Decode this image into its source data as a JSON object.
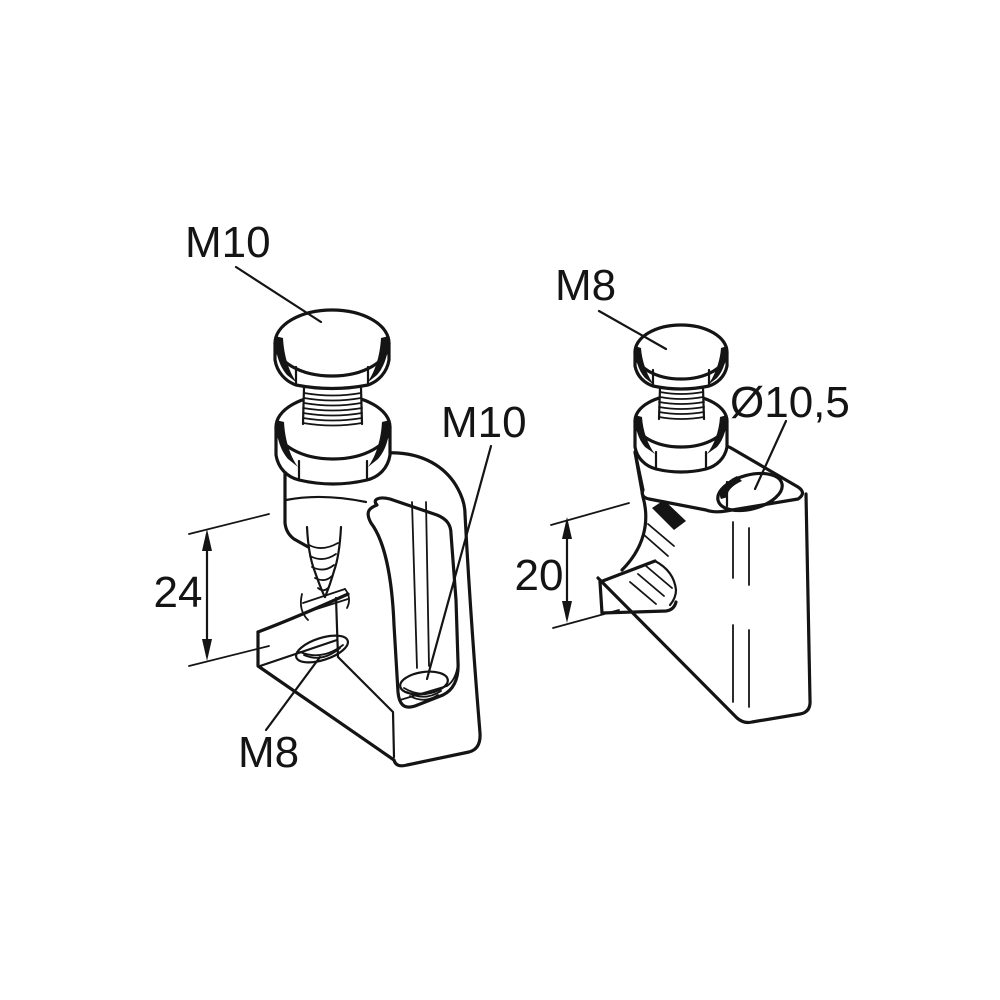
{
  "drawing": {
    "colors": {
      "line": "#141414",
      "background": "#ffffff"
    },
    "figures": {
      "left_clamp": {
        "bolt_label": "M10",
        "hole_label": "M10",
        "flange_hole_label": "M8",
        "jaw_opening_dim": "24"
      },
      "right_clamp": {
        "bolt_label": "M8",
        "hole_diameter_label": "Ø10,5",
        "jaw_opening_dim": "20"
      }
    }
  }
}
